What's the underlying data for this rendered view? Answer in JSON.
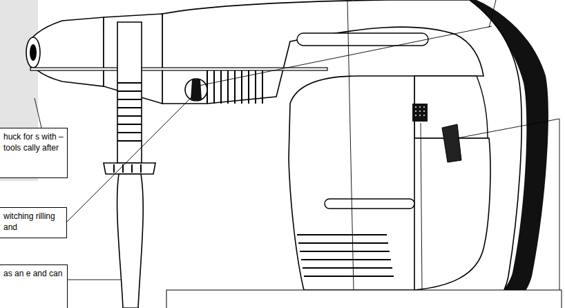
{
  "diagram": {
    "nodes": [
      {
        "text": [
          "huck for s with – tools cally after"
        ]
      },
      {
        "text": [
          "witching rilling and"
        ]
      },
      {
        "text": [
          "as an e and can"
        ]
      }
    ]
  }
}
